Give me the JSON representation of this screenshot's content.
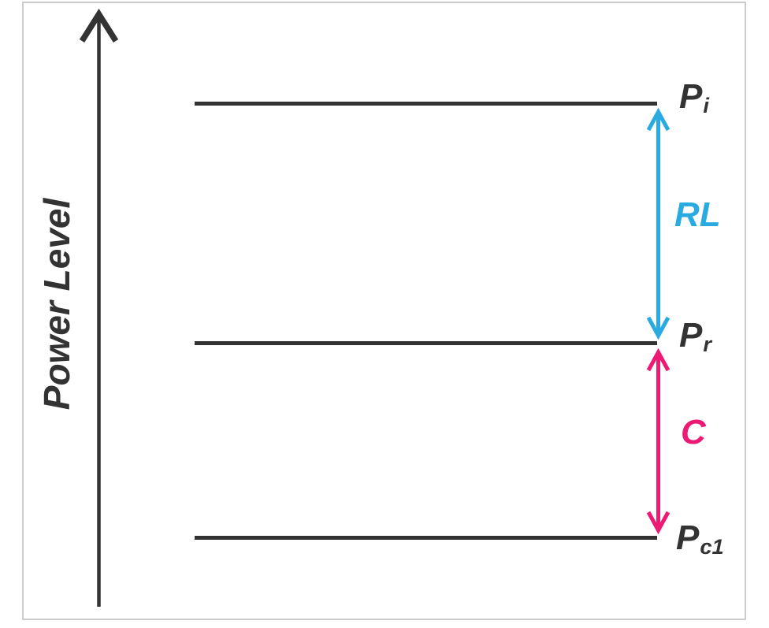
{
  "figure": {
    "axis_label": "Power Level",
    "levels": [
      {
        "id": "pi",
        "main": "P",
        "sub": "i"
      },
      {
        "id": "pr",
        "main": "P",
        "sub": "r"
      },
      {
        "id": "pc1",
        "main": "P",
        "sub": "c1"
      }
    ],
    "intervals": [
      {
        "id": "rl",
        "label": "RL",
        "color": "#29abe2",
        "between": [
          "Pi",
          "Pr"
        ]
      },
      {
        "id": "c",
        "label": "C",
        "color": "#ec1a74",
        "between": [
          "Pr",
          "Pc1"
        ]
      }
    ],
    "colors": {
      "line": "#333333",
      "rl_arrow": "#29abe2",
      "c_arrow": "#ec1a74",
      "frame": "#cbcbcb"
    }
  }
}
